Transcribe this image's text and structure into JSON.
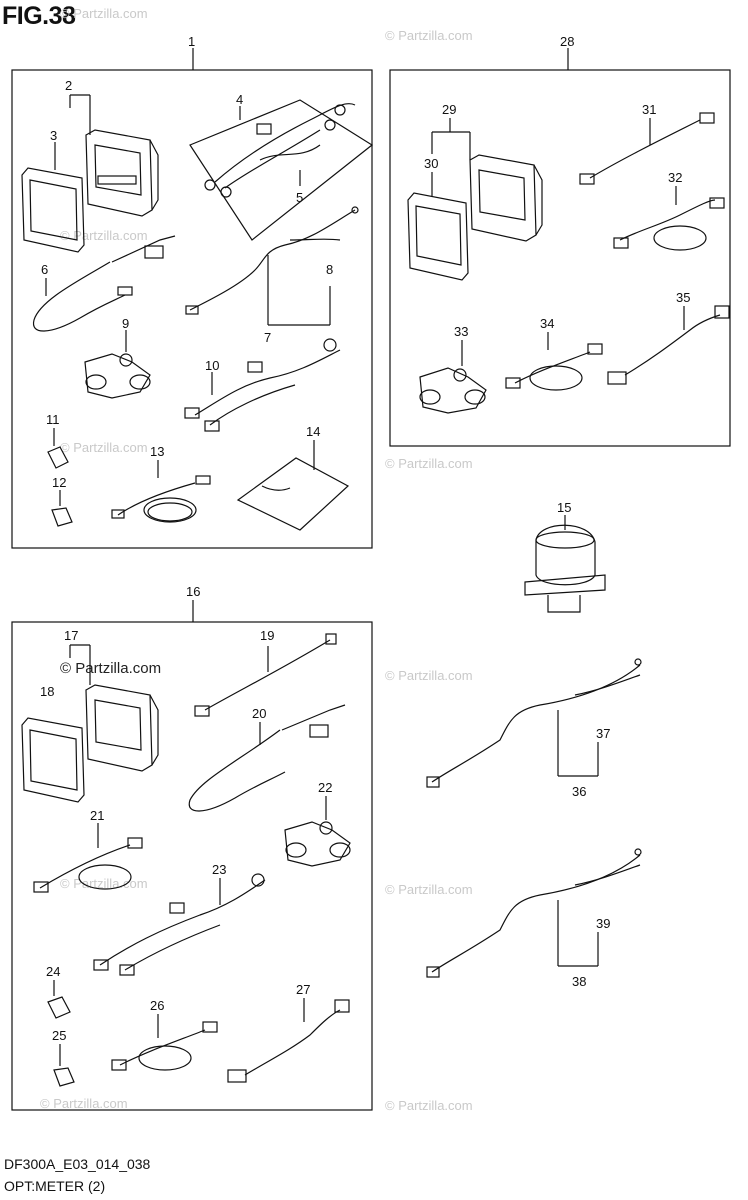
{
  "figure": {
    "title": "FIG.38"
  },
  "footer": {
    "code": "DF300A_E03_014_038",
    "subtitle": "OPT:METER (2)"
  },
  "watermark": {
    "text": "© Partzilla.com"
  },
  "callouts": {
    "c1": "1",
    "c2": "2",
    "c3": "3",
    "c4": "4",
    "c5": "5",
    "c6": "6",
    "c7": "7",
    "c8": "8",
    "c9": "9",
    "c10": "10",
    "c11": "11",
    "c12": "12",
    "c13": "13",
    "c14": "14",
    "c15": "15",
    "c16": "16",
    "c17": "17",
    "c18": "18",
    "c19": "19",
    "c20": "20",
    "c21": "21",
    "c22": "22",
    "c23": "23",
    "c24": "24",
    "c25": "25",
    "c26": "26",
    "c27": "27",
    "c28": "28",
    "c29": "29",
    "c30": "30",
    "c31": "31",
    "c32": "32",
    "c33": "33",
    "c34": "34",
    "c35": "35",
    "c36": "36",
    "c37": "37",
    "c38": "38",
    "c39": "39"
  }
}
